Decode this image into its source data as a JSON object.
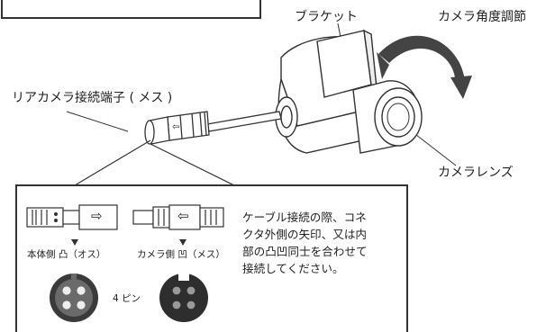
{
  "labels": {
    "bracket": "ブラケット",
    "angle_adjust": "カメラ角度調節",
    "rear_connector": "リアカメラ接続端子 ( メス )",
    "lens": "カメラレンズ"
  },
  "inset": {
    "body_side": "本体側 凸（オス）",
    "camera_side": "カメラ側 凹（メス）",
    "pin_count": "4 ピン",
    "note_lines": [
      "ケーブル接続の際、コネ",
      "クタ外側の矢印、又は内",
      "部の凸凹同士を合わせて",
      "接続してください。"
    ],
    "arrow_right": "⇨",
    "arrow_left": "⇦"
  }
}
